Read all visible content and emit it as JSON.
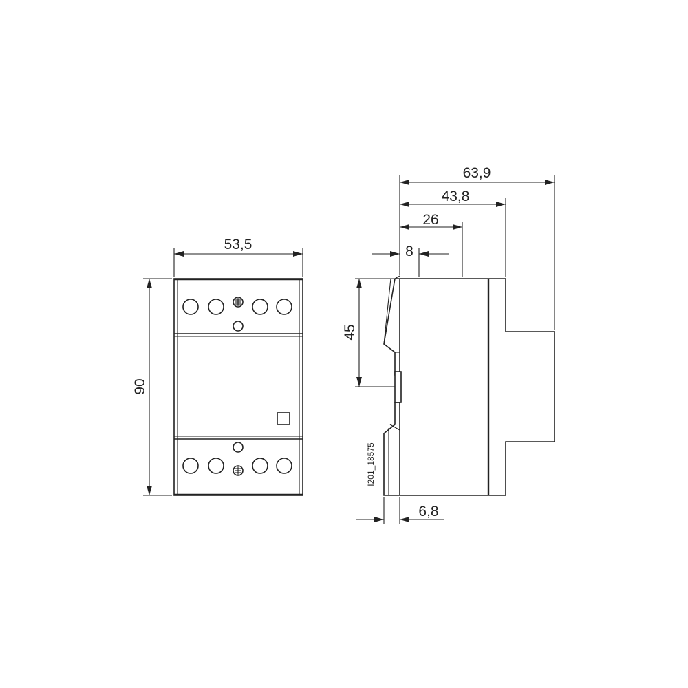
{
  "drawing": {
    "front_view": {
      "width_label": "53,5",
      "height_label": "90"
    },
    "side_view": {
      "depth_total_label": "63,9",
      "depth_body_label": "43,8",
      "depth_step_label": "26",
      "depth_front_label": "8",
      "rail_height_label": "45",
      "rail_offset_label": "6,8"
    },
    "drawing_code": "I201_18575"
  }
}
